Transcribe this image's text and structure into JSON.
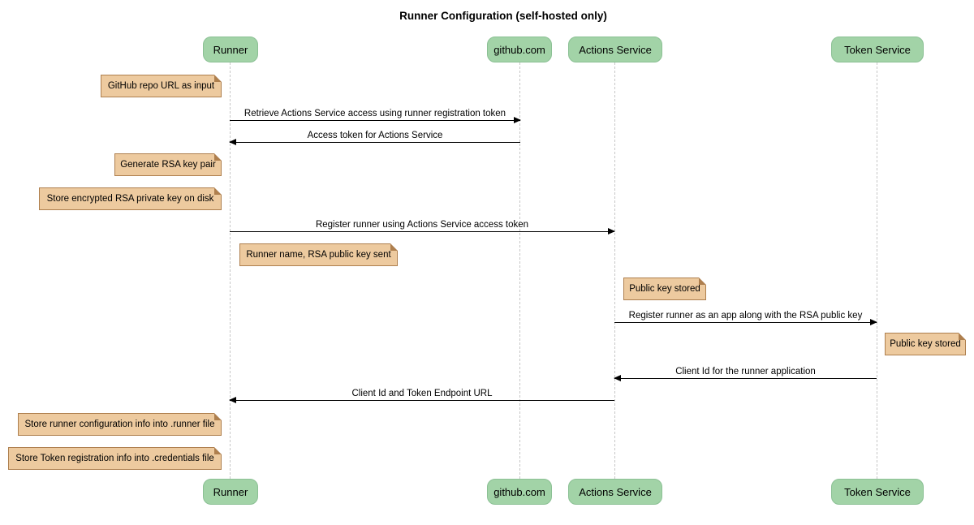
{
  "title": "Runner Configuration (self-hosted only)",
  "diagram_type": "sequence",
  "colors": {
    "participant_fill": "#A2D3A7",
    "participant_border": "#8BC094",
    "note_fill": "#EDCA9F",
    "note_border": "#AE7F4E",
    "lifeline": "#C6C6C6",
    "arrow": "#000000"
  },
  "participants": [
    {
      "name": "Runner"
    },
    {
      "name": "github.com"
    },
    {
      "name": "Actions Service"
    },
    {
      "name": "Token Service"
    }
  ],
  "messages": [
    {
      "from": "Runner",
      "to": "github.com",
      "label": "Retrieve Actions Service access using runner registration token"
    },
    {
      "from": "github.com",
      "to": "Runner",
      "label": "Access token for Actions Service"
    },
    {
      "from": "Runner",
      "to": "Actions Service",
      "label": "Register runner using Actions Service access token"
    },
    {
      "from": "Actions Service",
      "to": "Token Service",
      "label": "Register runner as an app along with the RSA public key"
    },
    {
      "from": "Token Service",
      "to": "Actions Service",
      "label": "Client Id for the runner application"
    },
    {
      "from": "Actions Service",
      "to": "Runner",
      "label": "Client Id and Token Endpoint URL"
    }
  ],
  "notes": [
    {
      "text": "GitHub repo URL as input",
      "position": "left of Runner"
    },
    {
      "text": "Generate RSA key pair",
      "position": "left of Runner"
    },
    {
      "text": "Store encrypted RSA private key on disk",
      "position": "left of Runner"
    },
    {
      "text": "Runner name, RSA public key sent",
      "position": "right of Runner"
    },
    {
      "text": "Public key stored",
      "position": "right of Actions Service"
    },
    {
      "text": "Public key stored",
      "position": "right of Token Service"
    },
    {
      "text": "Store runner configuration info into .runner file",
      "position": "left of Runner"
    },
    {
      "text": "Store Token registration info into .credentials file",
      "position": "left of Runner"
    }
  ]
}
